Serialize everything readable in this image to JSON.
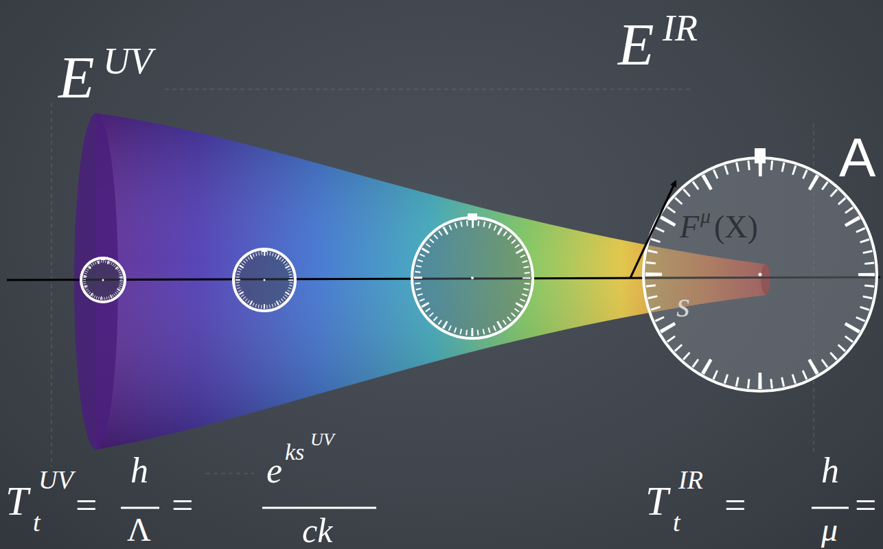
{
  "diagram": {
    "labels": [
      "E",
      "UV",
      "E",
      "IR",
      "A",
      "F",
      "μ",
      "(X)",
      "s",
      "T",
      "t",
      "UV",
      "=",
      "h",
      "Λ",
      "=",
      "e",
      "ks",
      "UV",
      "ck",
      "T",
      "t",
      "IR",
      "=",
      "h",
      "μ",
      "="
    ]
  }
}
